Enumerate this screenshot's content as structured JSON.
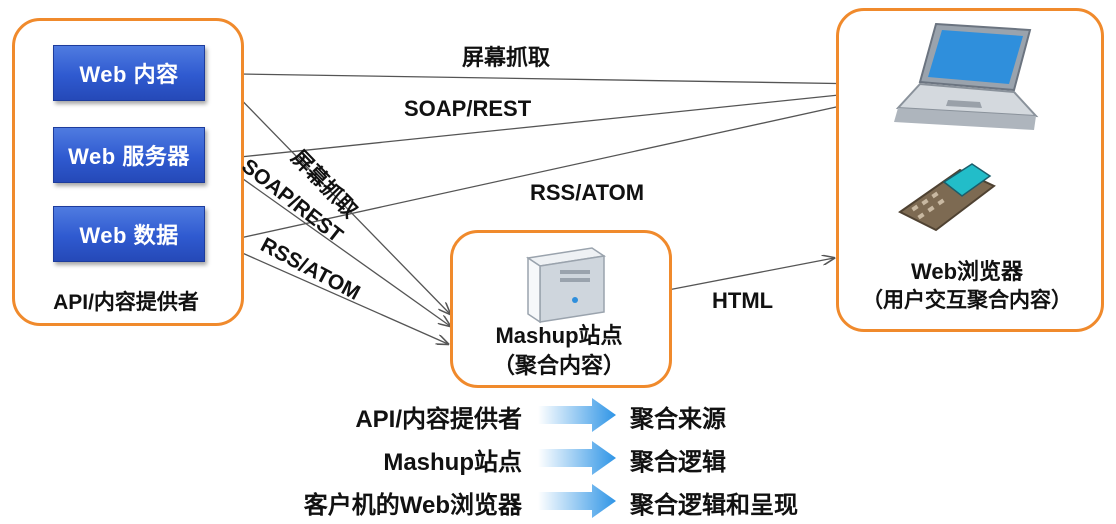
{
  "providers": {
    "items": [
      "Web 内容",
      "Web 服务器",
      "Web 数据"
    ],
    "label": "API/内容提供者"
  },
  "mashup": {
    "label_line1": "Mashup站点",
    "label_line2": "（聚合内容）"
  },
  "browser": {
    "label_line1": "Web浏览器",
    "label_line2": "（用户交互聚合内容）"
  },
  "arrow_labels": {
    "scrape": "屏幕抓取",
    "soap_rest": "SOAP/REST",
    "rss_atom": "RSS/ATOM",
    "html": "HTML"
  },
  "legend": [
    {
      "left": "API/内容提供者",
      "right": "聚合来源"
    },
    {
      "left": "Mashup站点",
      "right": "聚合逻辑"
    },
    {
      "left": "客户机的Web浏览器",
      "right": "聚合逻辑和呈现"
    }
  ],
  "colors": {
    "box_border": "#f08a2c",
    "service_blue": "#2f5ad0",
    "legend_arrow": "#3aa0e8"
  }
}
